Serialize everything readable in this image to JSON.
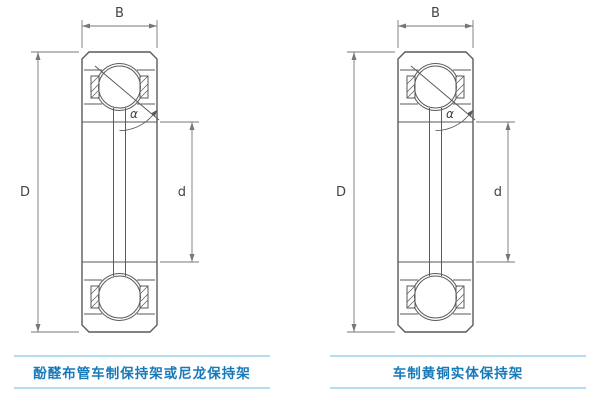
{
  "diagrams": [
    {
      "dim_width": "B",
      "dim_outer": "D",
      "dim_bore": "d",
      "angle": "α",
      "caption": "酚醛布管车制保持架或尼龙保持架"
    },
    {
      "dim_width": "B",
      "dim_outer": "D",
      "dim_bore": "d",
      "angle": "α",
      "caption": "车制黄铜实体保持架"
    }
  ],
  "colors": {
    "caption_text": "#1879b9",
    "caption_rule": "#b5ddf0",
    "drawing_line": "#5a5a5a",
    "dimension_line": "#777777"
  }
}
